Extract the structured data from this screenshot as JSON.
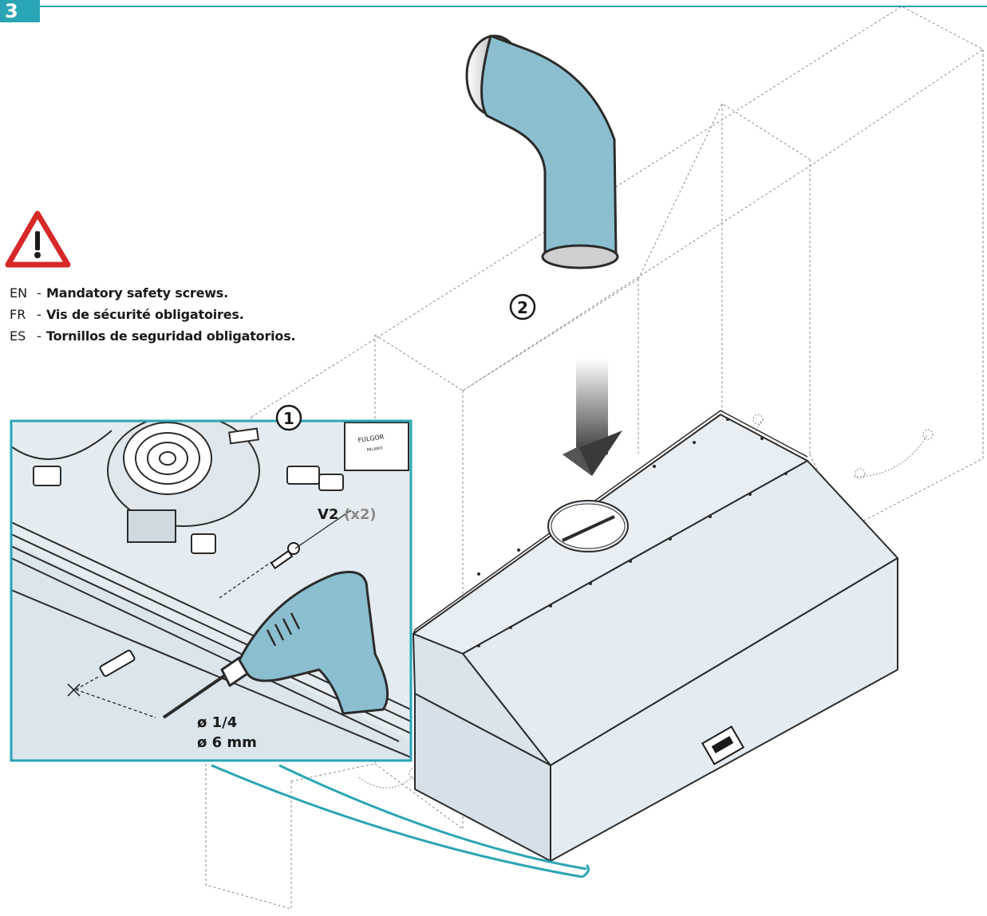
{
  "step": {
    "number": "3"
  },
  "warning": {
    "icon": "warning-triangle-icon",
    "lines": [
      {
        "lang": "EN",
        "sep": "-",
        "text": "Mandatory safety screws."
      },
      {
        "lang": "FR",
        "sep": "-",
        "text": "Vis de sécurité obligatoires."
      },
      {
        "lang": "ES",
        "sep": "-",
        "text": "Tornillos de seguridad obligatorios."
      }
    ]
  },
  "callouts": {
    "step1": "1",
    "step2": "2"
  },
  "detail": {
    "screw_label": "V2",
    "screw_qty": "(x2)",
    "drill_inch": "ø 1/4",
    "drill_mm": "ø 6 mm",
    "brand": "FULGOR",
    "brand_sub": "MILANO"
  },
  "colors": {
    "accent": "#2aa5b5",
    "part_blue": "#8bbfd0",
    "hood_fill": "#e3ecf2",
    "warning_red": "#d62828",
    "cabinet_line": "#8a8a8a"
  }
}
